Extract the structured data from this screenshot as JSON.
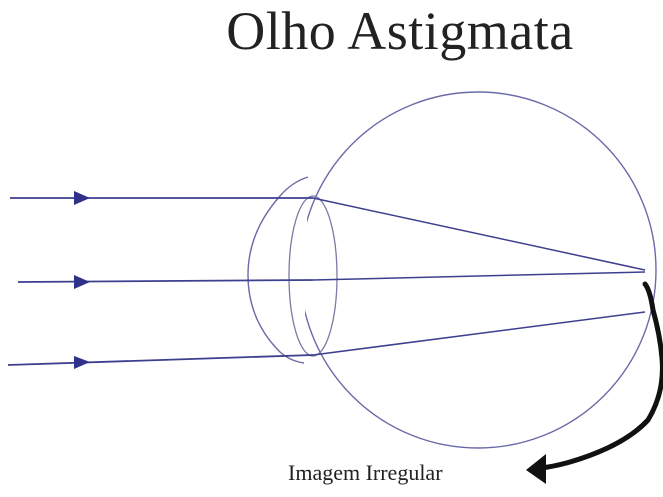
{
  "diagram": {
    "title": "Olho Astigmata",
    "caption": "Imagem Irregular",
    "colors": {
      "ray": "#3d3f8f",
      "eye_outline": "#6a6aa8",
      "lens_outline": "#7a7aa8",
      "pointer": "#111111",
      "text": "#222222"
    },
    "elements": [
      "eyeball",
      "cornea",
      "lens",
      "incoming-rays",
      "focus-lines",
      "irregular-image-pointer"
    ]
  }
}
